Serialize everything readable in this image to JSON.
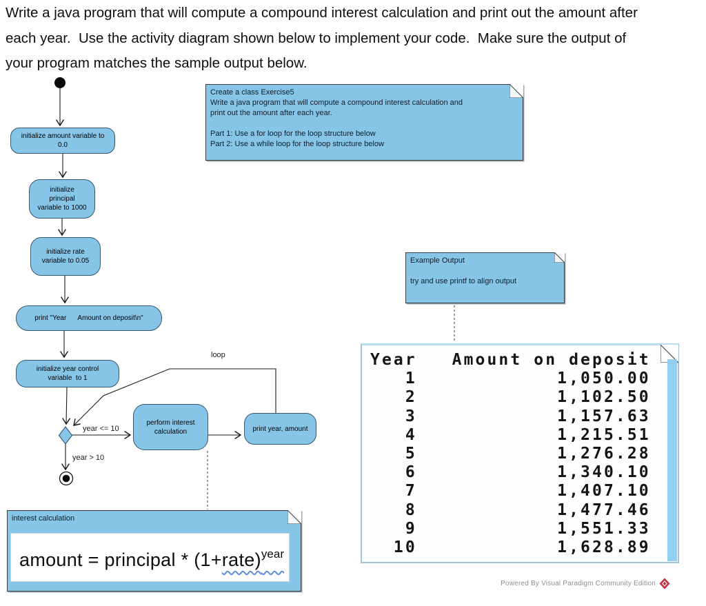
{
  "instructions": "Write a java program that will compute a compound interest calculation and print out the amount after\neach year.  Use the activity diagram shown below to implement your code.  Make sure the output of\nyour program matches the sample output below.",
  "diagram": {
    "nodes": {
      "init_amount": "initialize amount variable to\n0.0",
      "init_principal": "initialize\nprincipal\nvariable to 1000",
      "init_rate": "initialize rate\nvariable to 0.05",
      "print_header": "print \"Year      Amount on deposit\\n\"",
      "init_year": "initialize year control\nvariable  to 1",
      "perform": "perform interest\ncalculation",
      "print_year": "print year, amount"
    },
    "edge_labels": {
      "loop": "loop",
      "cond_true": "year <= 10",
      "cond_false": "year > 10"
    }
  },
  "notes": {
    "exercise": "Create a class Exercise5\nWrite a java program that will compute a compound interest calculation and\nprint out the amount after each year.\n\nPart 1: Use a for loop for the loop structure below\nPart 2: Use a while loop for the loop structure below",
    "example_output": "Example Output\n\ntry and use printf to align output",
    "interest_title": "interest calculation",
    "formula": {
      "pre": "amount = principal * (1+",
      "wavy": "rate)",
      "sup": "year"
    }
  },
  "console": {
    "header": [
      "Year",
      "Amount on deposit"
    ],
    "rows": [
      [
        "1",
        "1,050.00"
      ],
      [
        "2",
        "1,102.50"
      ],
      [
        "3",
        "1,157.63"
      ],
      [
        "4",
        "1,215.51"
      ],
      [
        "5",
        "1,276.28"
      ],
      [
        "6",
        "1,340.10"
      ],
      [
        "7",
        "1,407.10"
      ],
      [
        "8",
        "1,477.46"
      ],
      [
        "9",
        "1,551.33"
      ],
      [
        "10",
        "1,628.89"
      ]
    ]
  },
  "footer": {
    "credit": "Powered By Visual Paradigm Community Edition"
  },
  "colors": {
    "node_fill": "#87c5e8",
    "node_border": "#35566b",
    "note_fill": "#87c5e8",
    "scroll_strip": "#93cff0",
    "wavy_underline": "#5c8fdb",
    "logo_red": "#bf2e3f"
  }
}
